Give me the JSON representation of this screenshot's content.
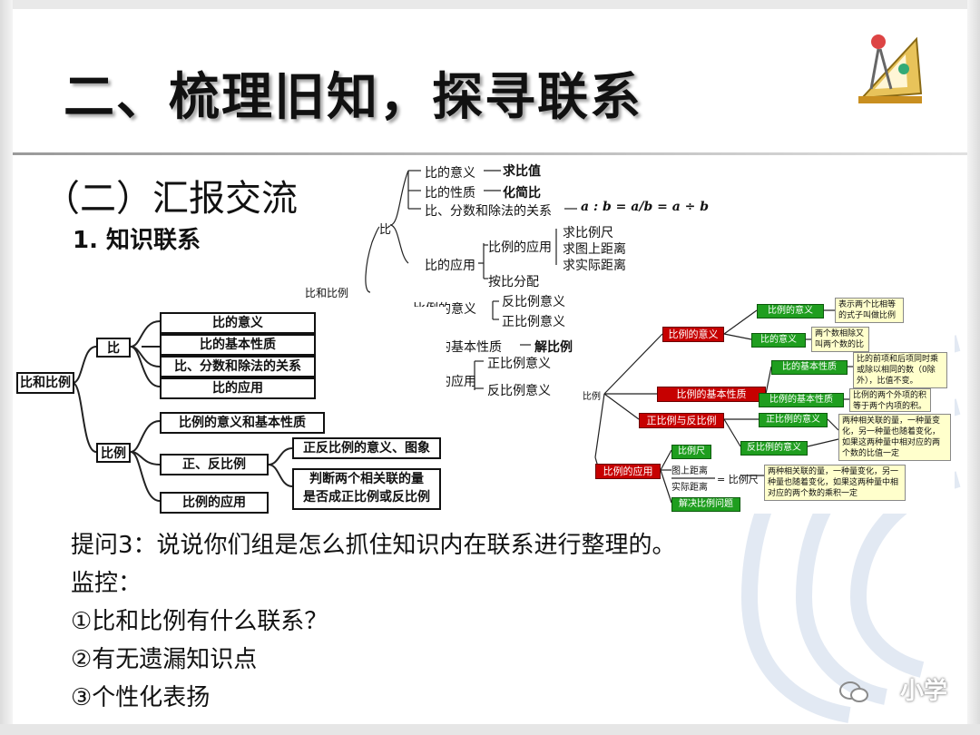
{
  "title": "二、梳理旧知，探寻联系",
  "subtitle": "（二）汇报交流",
  "subheading": "1. 知识联系",
  "top_tree": {
    "root": "比和比例",
    "bi": "比",
    "meaning": "比的意义",
    "meaning_to": "求比值",
    "property": "比的性质",
    "property_to": "化简比",
    "relation": "比、分数和除法的关系",
    "formula": "a : b = a/b = a ÷ b",
    "application": "比的应用",
    "proportion_application": "比例的应用",
    "app_items": [
      "求比例尺",
      "求图上距离",
      "求实际距离"
    ],
    "allocate": "按比分配",
    "proportion_meaning": "比例的意义",
    "pm_items": [
      "反比例意义",
      "正比例意义"
    ],
    "basic_property": "比例的基本性质",
    "basic_to": "解比例",
    "prop_app": "比例的应用",
    "prop_app_items": [
      "正比例意义",
      "反比例意义"
    ]
  },
  "left_tree": {
    "root": "比和比例",
    "bi": "比",
    "bi_items": [
      "比的意义",
      "比的基本性质",
      "比、分数和除法的关系",
      "比的应用"
    ],
    "bili": "比例",
    "bili_items": [
      "比例的意义和基本性质",
      "正、反比例",
      "比例的应用"
    ],
    "zf_items": [
      "正反比例的意义、图象",
      "判断两个相关联的量\n是否成正比例或反比例"
    ]
  },
  "right_tree": {
    "root": "比例",
    "red_nodes": [
      "比例的意义",
      "比例的基本性质",
      "正比例与反比例",
      "比例的应用"
    ],
    "green_nodes": [
      "比例的意义",
      "比的意义",
      "比的基本性质",
      "比例的基本性质",
      "正比例的意义",
      "反比例的意义",
      "比例尺",
      "解决比例问题"
    ],
    "yellow_notes": [
      "表示两个比相等的式子叫做比例",
      "两个数相除又叫两个数的比",
      "比的前项和后项同时乘或除以相同的数（0除外），比值不变。",
      "比例的两个外项的积等于两个内项的积。",
      "两种相关联的量，一种量变化，另一种量也随着变化，如果这两种量中相对应的两个数的比值一定",
      "两种相关联的量，一种量变化，另一种量也随着变化，如果这两种量中相对应的两个数的乘积一定"
    ],
    "scale_formula_top": "图上距离",
    "scale_formula_bottom": "实际距离",
    "scale_formula_eq": "= 比例尺"
  },
  "question": "提问3：说说你们组是怎么抓住知识内在联系进行整理的。",
  "monitor_label": "监控：",
  "monitor_items": [
    "①比和比例有什么联系？",
    "②有无遗漏知识点",
    "③个性化表扬"
  ],
  "watermark": "小学"
}
